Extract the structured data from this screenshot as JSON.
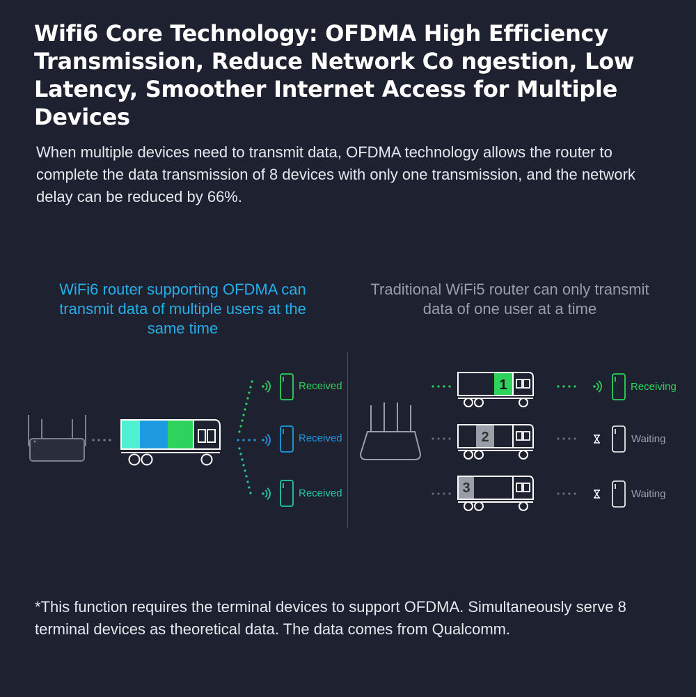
{
  "header": {
    "title": "Wifi6 Core Technology: OFDMA High Efficiency Transmission, Reduce Network Co ngestion, Low Latency, Smoother Internet Access for Multiple Devices",
    "intro": "When multiple devices need to transmit data, OFDMA technology allows the router to complete the data transmission of 8 devices with only one transmission, and the network delay can be reduced by 66%."
  },
  "wifi6": {
    "caption": "WiFi6 router supporting OFDMA can transmit data of multiple users at the same time",
    "devices": [
      {
        "status": "Received",
        "color": "#2dd35c"
      },
      {
        "status": "Received",
        "color": "#1e9be0"
      },
      {
        "status": "Received",
        "color": "#21c9a6"
      }
    ],
    "truck_segment_colors": [
      "#4ff0d2",
      "#1e9be0",
      "#2dd35c"
    ]
  },
  "wifi5": {
    "caption": "Traditional WiFi5 router can only transmit data of one user at a time",
    "trucks": [
      {
        "number": "1",
        "status": "Receiving",
        "color": "#2dd35c"
      },
      {
        "number": "2",
        "status": "Waiting",
        "color": "#9a9ea8"
      },
      {
        "number": "3",
        "status": "Waiting",
        "color": "#9a9ea8"
      }
    ]
  },
  "footnote": "*This function requires the terminal devices to support OFDMA. Simultaneously serve 8 terminal devices as theoretical data. The data comes from Qualcomm."
}
